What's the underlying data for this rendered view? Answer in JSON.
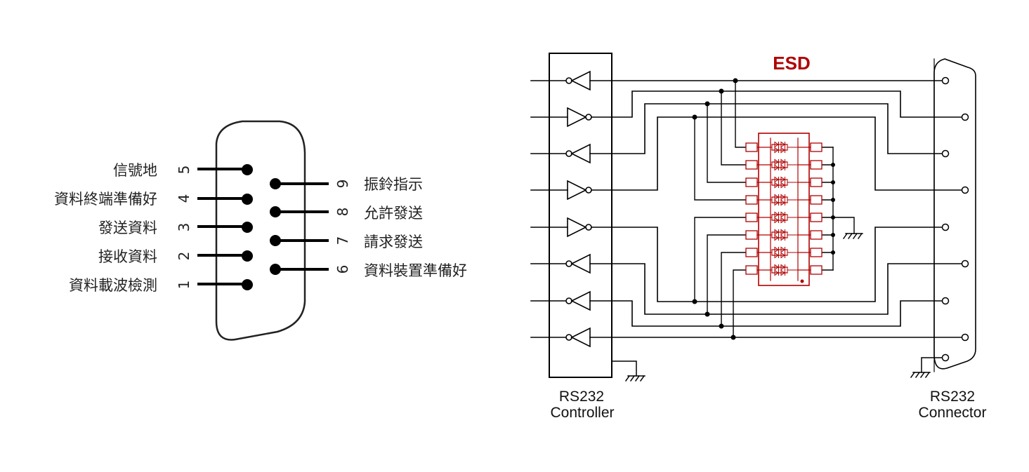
{
  "connector_pinout": {
    "left_pins": [
      {
        "number": "5",
        "label": "信號地"
      },
      {
        "number": "4",
        "label": "資料終端準備好"
      },
      {
        "number": "3",
        "label": "發送資料"
      },
      {
        "number": "2",
        "label": "接收資料"
      },
      {
        "number": "1",
        "label": "資料載波檢測"
      }
    ],
    "right_pins": [
      {
        "number": "9",
        "label": "振鈴指示"
      },
      {
        "number": "8",
        "label": "允許發送"
      },
      {
        "number": "7",
        "label": "請求發送"
      },
      {
        "number": "6",
        "label": "資料裝置準備好"
      }
    ]
  },
  "schematic": {
    "esd_label": "ESD",
    "controller_line1": "RS232",
    "controller_line2": "Controller",
    "connector_line1": "RS232",
    "connector_line2": "Connector",
    "colors": {
      "esd": "#b00000",
      "wire": "#000000"
    }
  }
}
